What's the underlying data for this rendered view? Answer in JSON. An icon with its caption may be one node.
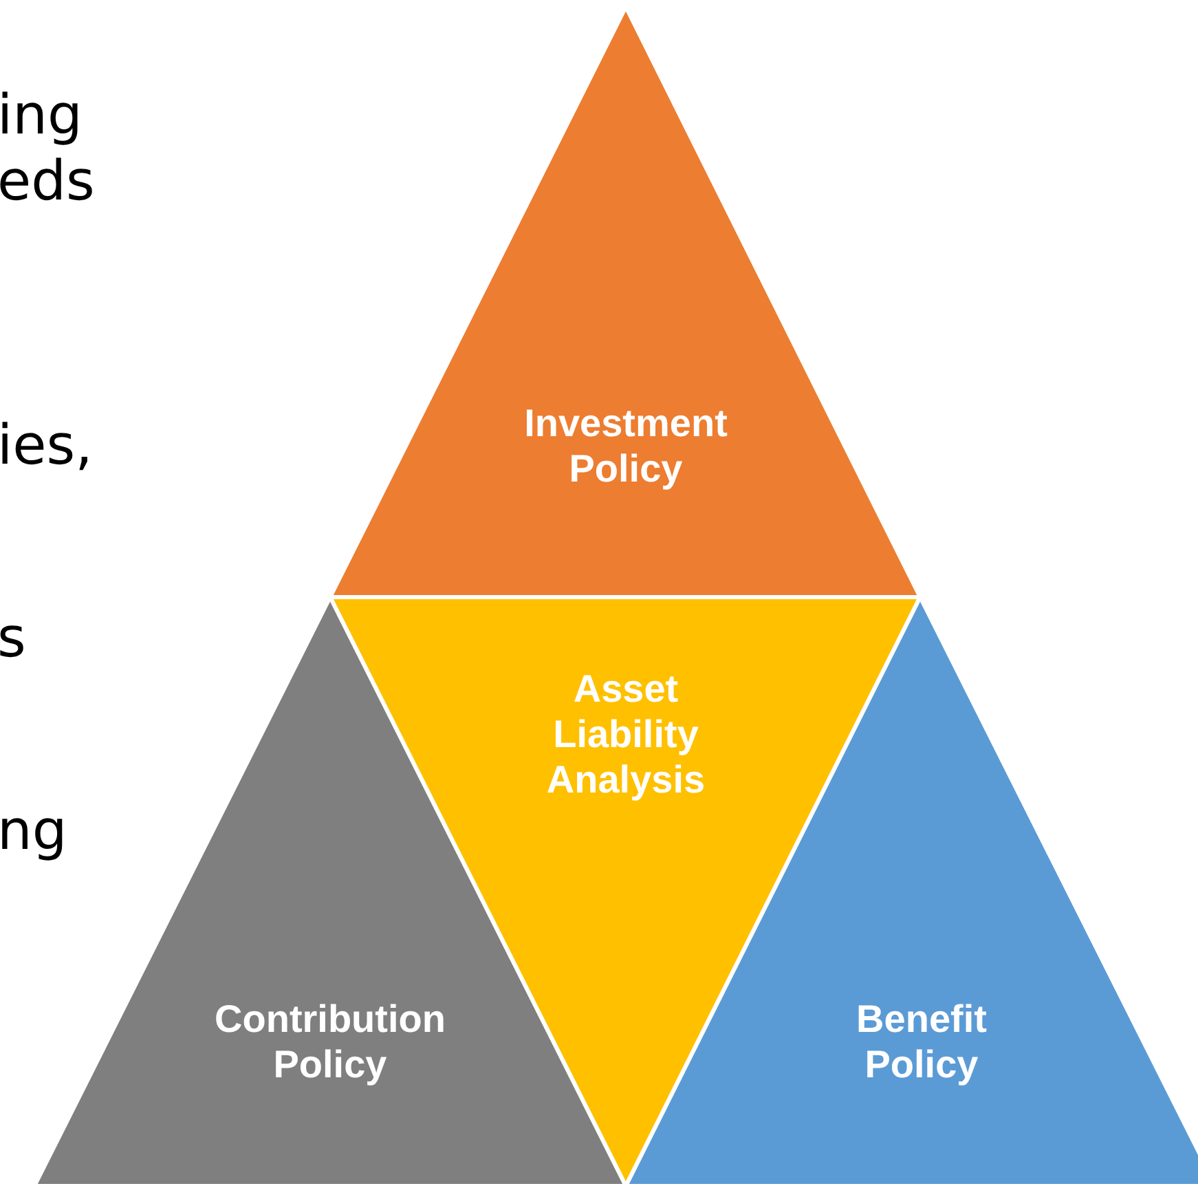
{
  "diagram": {
    "nodes": [
      {
        "text": [
          "Investment Policy"
        ]
      },
      {
        "text": [
          "Asset Liability Analysis"
        ]
      },
      {
        "text": [
          "Contribution Policy"
        ]
      },
      {
        "text": [
          "Benefit Policy"
        ]
      }
    ],
    "labels": [
      "ing",
      "eds",
      "ies,",
      "s",
      "ng"
    ]
  }
}
